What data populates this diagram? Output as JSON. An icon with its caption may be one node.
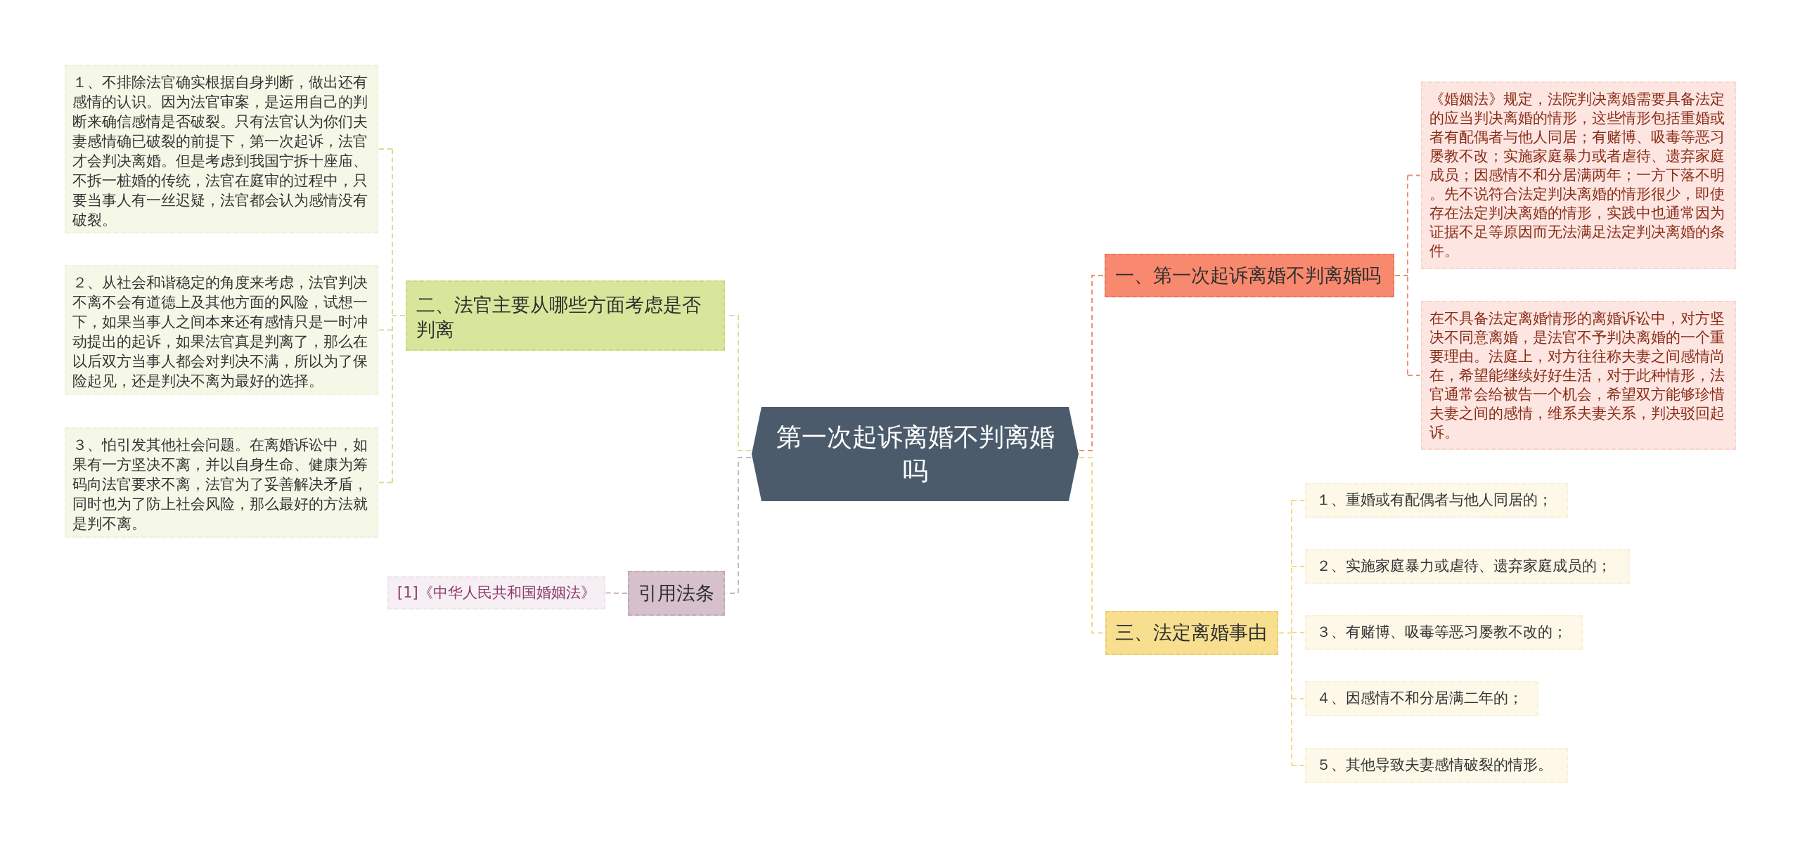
{
  "diagram": {
    "nodes": [
      {
        "text": [
          "第一次起诉离婚不判离婚吗"
        ]
      },
      {
        "text": [
          "一、第一次起诉离婚不判离婚吗"
        ]
      },
      {
        "text": [
          "《婚姻法》规定，法院判决离婚需要具备法定的应当判决离婚的情形，这些情形包括重婚或者有配偶者与他人同居；有赌博、吸毒等恶习屡教不改；实施家庭暴力或者虐待、遗弃家庭成员；因感情不和分居满两年；一方下落不明。先不说符合法定判决离婚的情形很少，即使存在法定判决离婚的情形，实践中也通常因为证据不足等原因而无法满足法定判决离婚的条件。"
        ]
      },
      {
        "text": [
          "在不具备法定离婚情形的离婚诉讼中，对方坚决不同意离婚，是法官不予判决离婚的一个重要理由。法庭上，对方往往称夫妻之间感情尚在，希望能继续好好生活，对于此种情形，法官通常会给被告一个机会，希望双方能够珍惜夫妻之间的感情，维系夫妻关系，判决驳回起诉。"
        ]
      },
      {
        "text": [
          "二、法官主要从哪些方面考虑是否判离"
        ]
      },
      {
        "text": [
          "１、不排除法官确实根据自身判断，做出还有感情的认识。因为法官审案，是运用自己的判断来确信感情是否破裂。只有法官认为你们夫妻感情确已破裂的前提下，第一次起诉，法官才会判决离婚。但是考虑到我国宁拆十座庙、不拆一桩婚的传统，法官在庭审的过程中，只要当事人有一丝迟疑，法官都会认为感情没有破裂。"
        ]
      },
      {
        "text": [
          "２、从社会和谐稳定的角度来考虑，法官判决不离不会有道德上及其他方面的风险，试想一下，如果当事人之间本来还有感情只是一时冲动提出的起诉，如果法官真是判离了，那么在以后双方当事人都会对判决不满，所以为了保险起见，还是判决不离为最好的选择。"
        ]
      },
      {
        "text": [
          "３、怕引发其他社会问题。在离婚诉讼中，如果有一方坚决不离，并以自身生命、健康为筹码向法官要求不离，法官为了妥善解决矛盾，同时也为了防上社会风险，那么最好的方法就是判不离。"
        ]
      },
      {
        "text": [
          "三、法定离婚事由"
        ]
      },
      {
        "text": [
          "１、重婚或有配偶者与他人同居的；"
        ]
      },
      {
        "text": [
          "２、实施家庭暴力或虐待、遗弃家庭成员的；"
        ]
      },
      {
        "text": [
          "３、有赌博、吸毒等恶习屡教不改的；"
        ]
      },
      {
        "text": [
          "４、因感情不和分居满二年的；"
        ]
      },
      {
        "text": [
          "５、其他导致夫妻感情破裂的情形。"
        ]
      },
      {
        "text": [
          "引用法条"
        ]
      },
      {
        "text": [
          "[1]《中华人民共和国婚姻法》"
        ]
      }
    ],
    "edges": [
      {
        "from": 0,
        "to": 1,
        "arrow": "none",
        "style": "dashed",
        "color": "#ef8e74"
      },
      {
        "from": 1,
        "to": 2,
        "arrow": "none",
        "style": "dashed",
        "color": "#ef8e74"
      },
      {
        "from": 1,
        "to": 3,
        "arrow": "none",
        "style": "dashed",
        "color": "#ef8e74"
      },
      {
        "from": 0,
        "to": 4,
        "arrow": "none",
        "style": "dashed",
        "color": "#d2e294"
      },
      {
        "from": 4,
        "to": 5,
        "arrow": "none",
        "style": "dashed",
        "color": "#d2e294"
      },
      {
        "from": 4,
        "to": 6,
        "arrow": "none",
        "style": "dashed",
        "color": "#d2e294"
      },
      {
        "from": 4,
        "to": 7,
        "arrow": "none",
        "style": "dashed",
        "color": "#d2e294"
      },
      {
        "from": 0,
        "to": 8,
        "arrow": "none",
        "style": "dashed"
      },
      {
        "from": 8,
        "to": 9,
        "arrow": "none",
        "style": "dashed"
      },
      {
        "from": 8,
        "to": 10,
        "arrow": "none",
        "style": "dashed"
      },
      {
        "from": 8,
        "to": 11,
        "arrow": "none",
        "style": "dashed"
      },
      {
        "from": 8,
        "to": 12,
        "arrow": "none",
        "style": "dashed"
      },
      {
        "from": 8,
        "to": 13,
        "arrow": "none",
        "style": "dashed"
      },
      {
        "from": 0,
        "to": 14,
        "arrow": "none",
        "style": "dashed",
        "color": "#cdb5c3"
      },
      {
        "from": 14,
        "to": 15,
        "arrow": "none",
        "style": "dashed",
        "color": "#cdb5c3"
      }
    ]
  }
}
